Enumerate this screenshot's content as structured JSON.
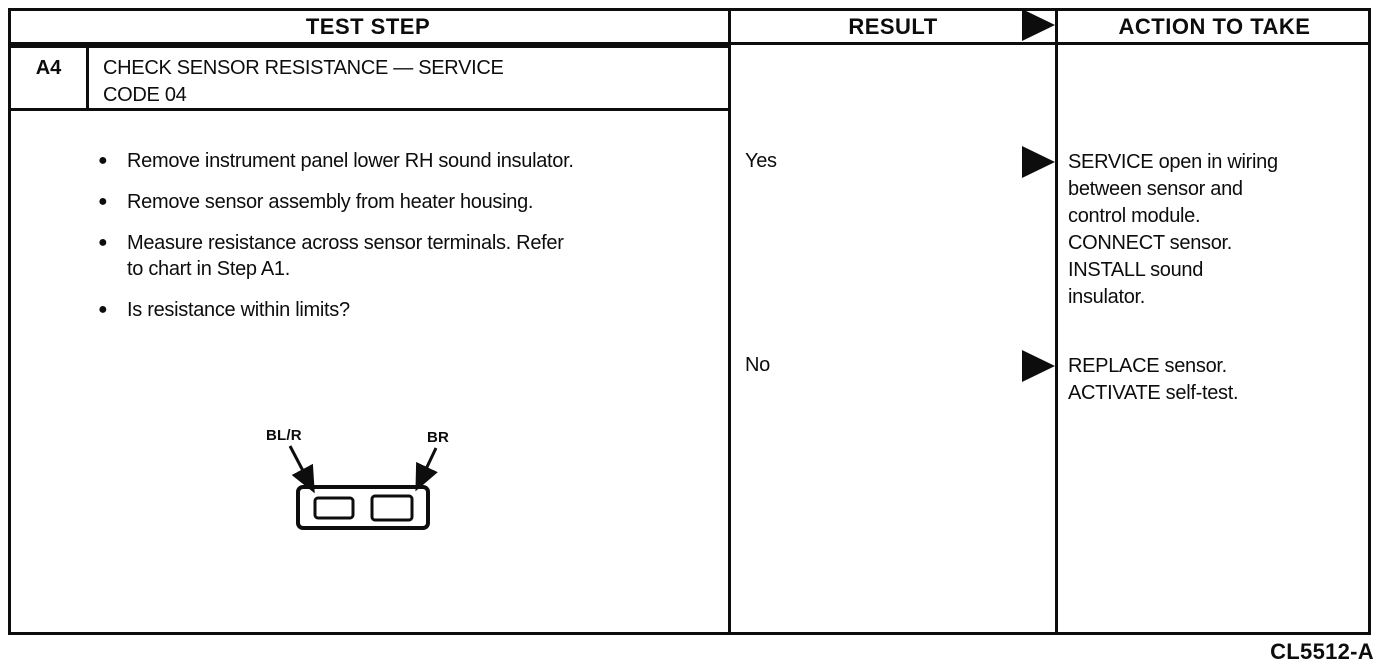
{
  "table": {
    "headers": {
      "test_step": "TEST STEP",
      "result": "RESULT",
      "action": "ACTION TO TAKE"
    },
    "step": {
      "id": "A4",
      "title": "CHECK SENSOR RESISTANCE — SERVICE\nCODE 04",
      "bullet_marker": "●",
      "bullets": [
        {
          "text": "Remove instrument panel lower RH sound insulator."
        },
        {
          "text": "Remove sensor assembly from heater housing."
        },
        {
          "text": "Measure resistance across sensor terminals. Refer\nto chart in Step A1."
        },
        {
          "text": "Is resistance within limits?"
        }
      ],
      "diagram": {
        "left_wire_label": "BL/R",
        "right_wire_label": "BR"
      }
    },
    "results": [
      {
        "result": "Yes",
        "action": "SERVICE open in wiring\nbetween sensor and\ncontrol module.\nCONNECT sensor.\nINSTALL sound\ninsulator."
      },
      {
        "result": "No",
        "action": "REPLACE sensor.\nACTIVATE self-test."
      }
    ]
  },
  "footer": {
    "figure_code": "CL5512-A"
  },
  "colors": {
    "ink": "#0d0d0d",
    "paper": "#ffffff"
  }
}
